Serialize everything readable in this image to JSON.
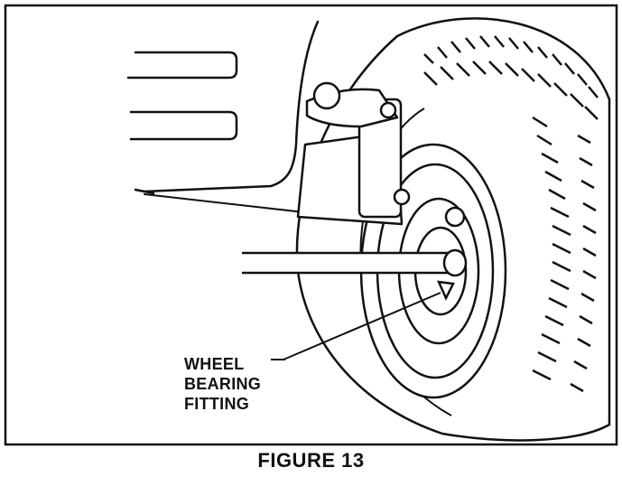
{
  "figure": {
    "callout_lines": [
      "WHEEL",
      "BEARING",
      "FITTING"
    ],
    "caption": "FIGURE 13"
  }
}
